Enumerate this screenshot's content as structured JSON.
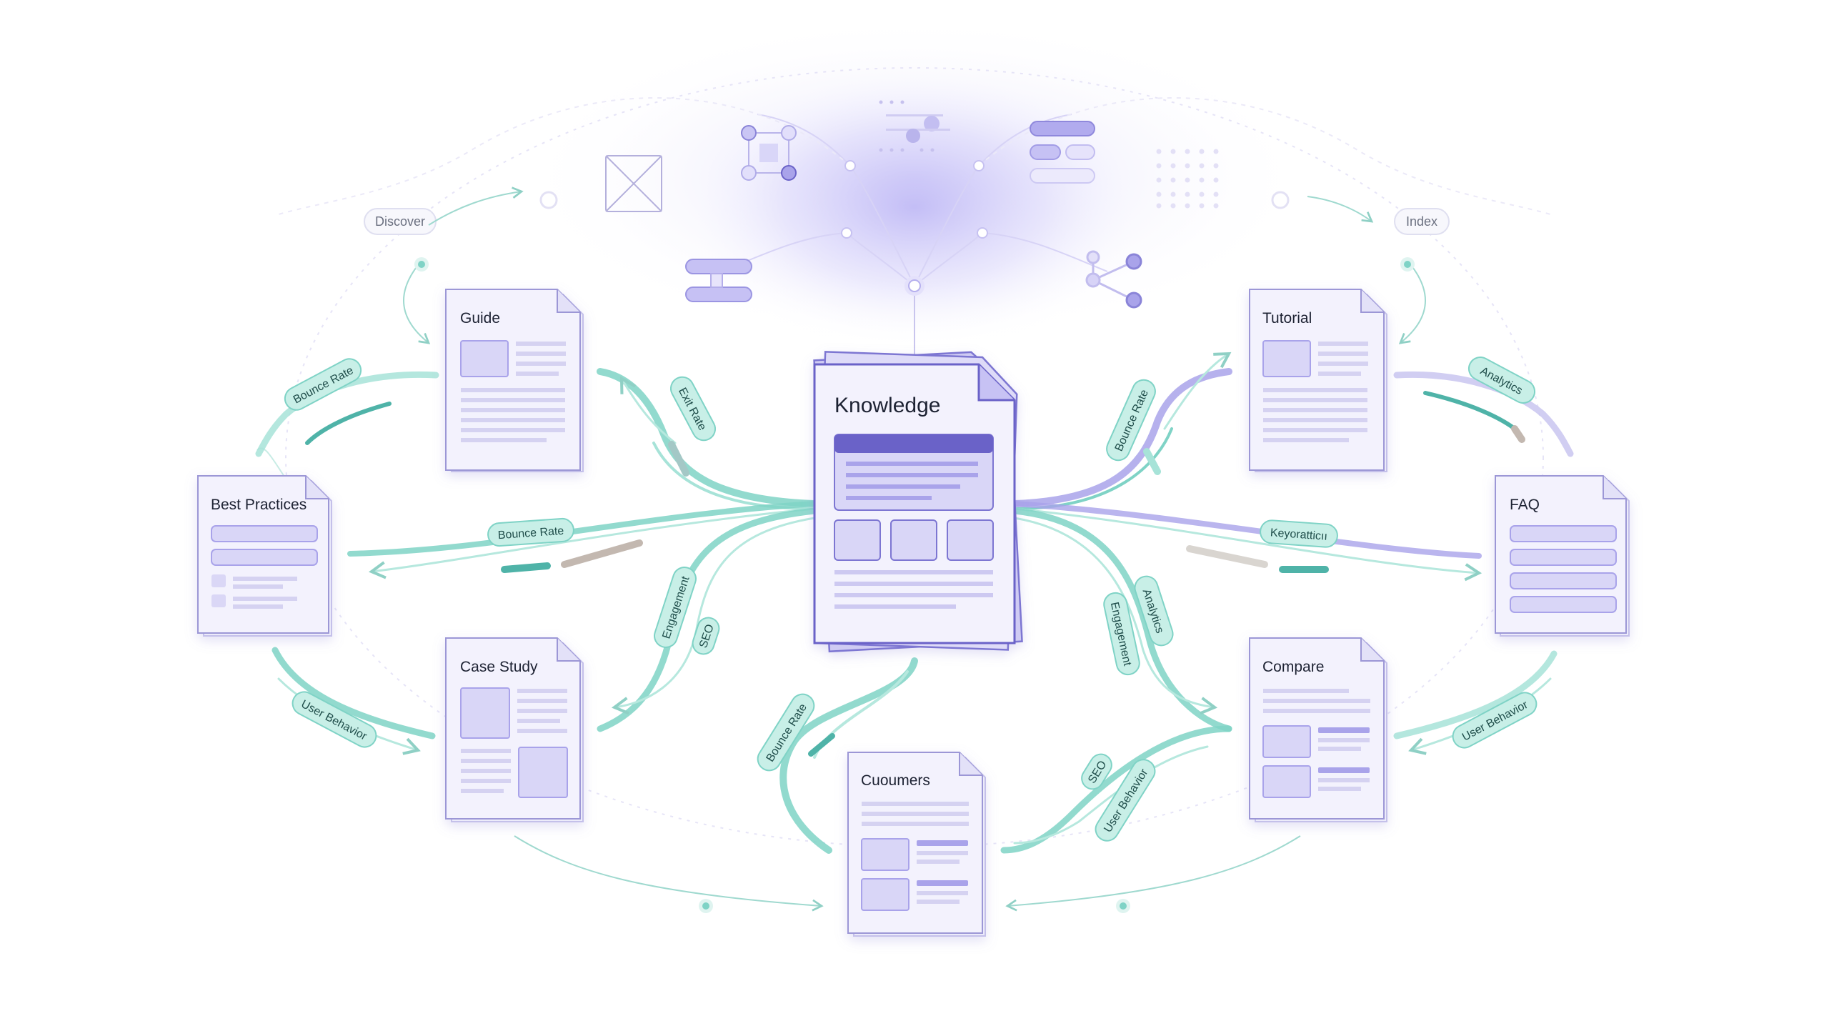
{
  "diagram": {
    "center_doc": {
      "title": "Knowledge"
    },
    "docs": {
      "guide": {
        "title": "Guide"
      },
      "tutorial": {
        "title": "Tutorial"
      },
      "best_practices": {
        "title": "Best Practices"
      },
      "faq": {
        "title": "FAQ"
      },
      "case_study": {
        "title": "Case Study"
      },
      "compare": {
        "title": "Compare"
      },
      "customers": {
        "title": "Cuoumers"
      }
    },
    "tags": {
      "discover": "Discover",
      "index": "Index"
    },
    "flow_labels": {
      "guide_bounce_rate": "Bounce Rate",
      "guide_exit_rate": "Exit Rate",
      "best_practices_bounce_rate": "Bounce Rate",
      "best_practices_user_behavior": "User Behavior",
      "case_study_engagement": "Engagement",
      "case_study_seo": "SEO",
      "tutorial_bounce_rate": "Bounce Rate",
      "tutorial_analytics": "Analytics",
      "faq_keywords": "Keyoratticıı",
      "faq_user_behavior": "User Behavior",
      "compare_analytics": "Analytics",
      "compare_engagement": "Engagement",
      "customers_bounce_rate": "Bounce Rate",
      "customers_seo": "SEO",
      "customers_user_behavior": "User Behavior"
    },
    "colors": {
      "teal": "#7fd3c6",
      "teal_dark": "#4fb3a8",
      "lavender": "#a9a3ea",
      "purple": "#6a62c8",
      "doc_fill": "#f3f2fd",
      "doc_stroke": "#9c97d6",
      "pill_fill": "#c8efe7"
    }
  }
}
